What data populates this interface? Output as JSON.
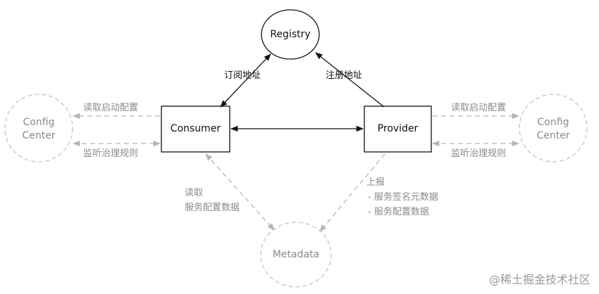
{
  "nodes": {
    "registry": "Registry",
    "consumer": "Consumer",
    "provider": "Provider",
    "metadata": "Metadata",
    "config_left_line1": "Config",
    "config_left_line2": "Center",
    "config_right_line1": "Config",
    "config_right_line2": "Center"
  },
  "edge_labels": {
    "subscribe": "订阅地址",
    "register": "注册地址",
    "left_read_config": "读取启动配置",
    "left_listen_rules": "监听治理规则",
    "right_read_config": "读取启动配置",
    "right_listen_rules": "监听治理规则",
    "consumer_read_line1": "读取",
    "consumer_read_line2": "服务配置数据",
    "provider_report_title": "上报",
    "provider_report_item1": "- 服务签名元数据",
    "provider_report_item2": "- 服务配置数据"
  },
  "watermark": "@稀土掘金技术社区",
  "colors": {
    "dark": "#111111",
    "grey": "#b5b5b5",
    "grey_text": "#8a8a8a"
  }
}
